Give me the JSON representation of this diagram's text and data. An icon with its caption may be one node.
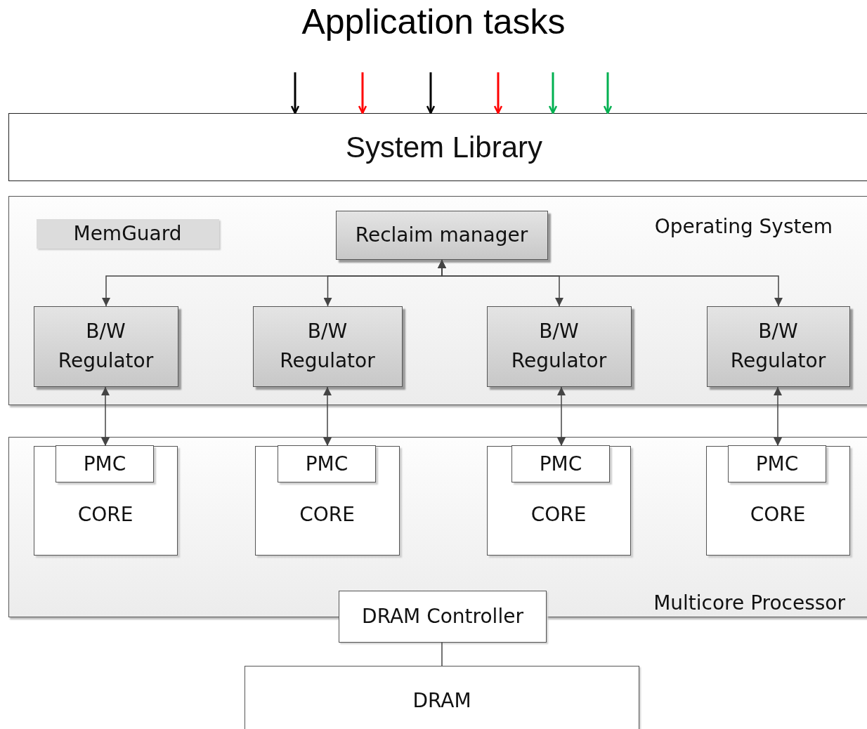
{
  "diagram": {
    "title": "Application tasks",
    "nodes": [
      {
        "text": [
          "System Library"
        ]
      },
      {
        "text": [
          "Operating System"
        ]
      },
      {
        "text": [
          "MemGuard"
        ],
        "in": 1
      },
      {
        "text": [
          "Reclaim manager"
        ],
        "in": 1
      },
      {
        "text": [
          "B/W Regulator"
        ],
        "in": 1
      },
      {
        "text": [
          "B/W Regulator"
        ],
        "in": 1
      },
      {
        "text": [
          "B/W Regulator"
        ],
        "in": 1
      },
      {
        "text": [
          "B/W Regulator"
        ],
        "in": 1
      },
      {
        "text": [
          "Multicore Processor"
        ]
      },
      {
        "text": [
          "CORE"
        ],
        "in": 8
      },
      {
        "text": [
          "PMC"
        ],
        "in": 9
      },
      {
        "text": [
          "CORE"
        ],
        "in": 8
      },
      {
        "text": [
          "PMC"
        ],
        "in": 11
      },
      {
        "text": [
          "CORE"
        ],
        "in": 8
      },
      {
        "text": [
          "PMC"
        ],
        "in": 13
      },
      {
        "text": [
          "CORE"
        ],
        "in": 8
      },
      {
        "text": [
          "PMC"
        ],
        "in": 15
      },
      {
        "text": [
          "DRAM Controller"
        ]
      },
      {
        "text": [
          "DRAM"
        ]
      }
    ],
    "edges": [
      {
        "from": null,
        "to": 0,
        "arrow": "to"
      },
      {
        "from": null,
        "to": 0,
        "arrow": "to",
        "color": "#ff0000"
      },
      {
        "from": null,
        "to": 0,
        "arrow": "to"
      },
      {
        "from": null,
        "to": 0,
        "arrow": "to",
        "color": "#ff0000"
      },
      {
        "from": null,
        "to": 0,
        "arrow": "to",
        "color": "#00b050"
      },
      {
        "from": null,
        "to": 0,
        "arrow": "to",
        "color": "#00b050"
      },
      {
        "from": 3,
        "to": 4,
        "arrow": "both"
      },
      {
        "from": 3,
        "to": 5,
        "arrow": "both"
      },
      {
        "from": 3,
        "to": 6,
        "arrow": "both"
      },
      {
        "from": 3,
        "to": 7,
        "arrow": "both"
      },
      {
        "from": 4,
        "to": 10,
        "arrow": "both"
      },
      {
        "from": 5,
        "to": 12,
        "arrow": "both"
      },
      {
        "from": 6,
        "to": 14,
        "arrow": "both"
      },
      {
        "from": 7,
        "to": 16,
        "arrow": "both"
      },
      {
        "from": 17,
        "to": 18,
        "arrow": "none"
      }
    ]
  }
}
